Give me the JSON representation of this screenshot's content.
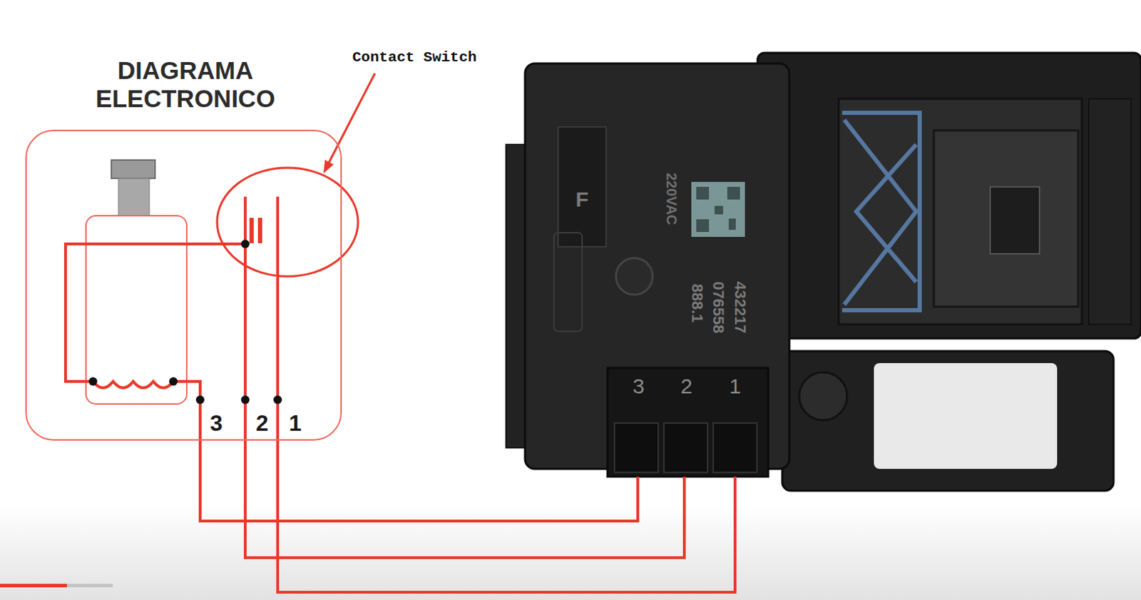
{
  "diagram": {
    "title": "DIAGRAMA ELECTRONICO",
    "nodes": [
      {
        "text": [
          "3",
          "2",
          "1"
        ]
      },
      {
        "text": [
          "3",
          "2",
          "1"
        ]
      }
    ],
    "edges": [
      {
        "from": 0,
        "to": 1,
        "arrow": "none"
      },
      {
        "from": 0,
        "to": 1,
        "arrow": "none"
      },
      {
        "from": 0,
        "to": 1,
        "arrow": "none"
      }
    ],
    "labels": [
      "Contact Switch",
      "F",
      "220VAC",
      "432217",
      "076558",
      "888.1"
    ]
  }
}
